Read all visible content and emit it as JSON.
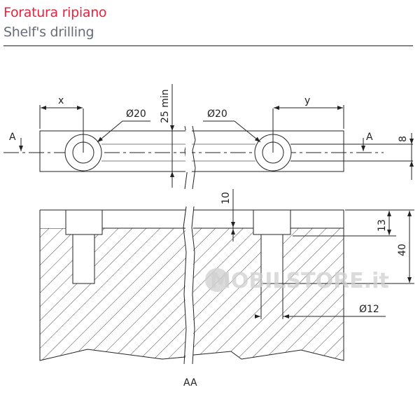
{
  "header": {
    "title": "Foratura ripiano",
    "subtitle": "Shelf's drilling"
  },
  "drawing": {
    "top_view": {
      "dim_x": "x",
      "dim_y": "y",
      "hole_left_label": "Ø20",
      "hole_right_label": "Ø20",
      "dim_min": "25 min",
      "dim_8": "8",
      "section_mark_left": "A",
      "section_mark_right": "A"
    },
    "section_view": {
      "dim_10": "10",
      "dim_13": "13",
      "dim_40": "40",
      "pin_label": "Ø12",
      "section_label": "AA"
    },
    "watermark": "MOBILSTORE.it"
  }
}
